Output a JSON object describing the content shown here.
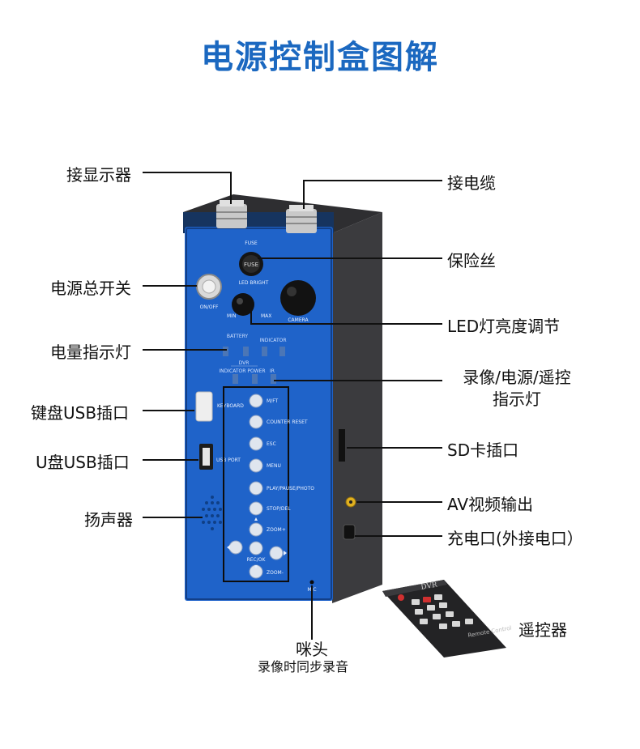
{
  "title": "电源控制盒图解",
  "labels": {
    "monitor": "接显示器",
    "cable": "接电缆",
    "fuse": "保险丝",
    "power_switch": "电源总开关",
    "led_bright": "LED灯亮度调节",
    "battery_ind": "电量指示灯",
    "status_ind_line1": "录像/电源/遥控",
    "status_ind_line2": "指示灯",
    "keyboard_usb": "键盘USB插口",
    "u_usb": "U盘USB插口",
    "sd": "SD卡插口",
    "speaker": "扬声器",
    "av": "AV视频输出",
    "charge": "充电口(外接电口）",
    "remote": "遥控器",
    "mic": "咪头",
    "mic_sub": "录像时同步录音"
  },
  "panel": {
    "fuse": "FUSE",
    "fuse_cap": "FUSE",
    "led_bright": "LED BRIGHT",
    "min": "MIN",
    "max": "MAX",
    "camera": "CAMERA",
    "on_off": "ON/OFF",
    "battery": "BATTERY",
    "indicator": "INDICATOR",
    "dvr": "DVR",
    "indicator_power": "INDICATOR POWER",
    "ir": "IR",
    "keyboard": "KEYBOARD",
    "usb_port": "USB PORT",
    "mic": "MIC",
    "buttons": [
      "M/FT",
      "COUNTER RESET",
      "ESC",
      "MENU",
      "PLAY/PAUSE/PHOTO",
      "STOP/DEL",
      "ZOOM+",
      "REC/OK",
      "ZOOM-"
    ]
  },
  "remote": {
    "brand": "DVR",
    "caption": "Remote Control"
  },
  "colors": {
    "title": "#1b68c0",
    "panel_blue": "#1f63c9",
    "case": "#3a3a3c"
  }
}
